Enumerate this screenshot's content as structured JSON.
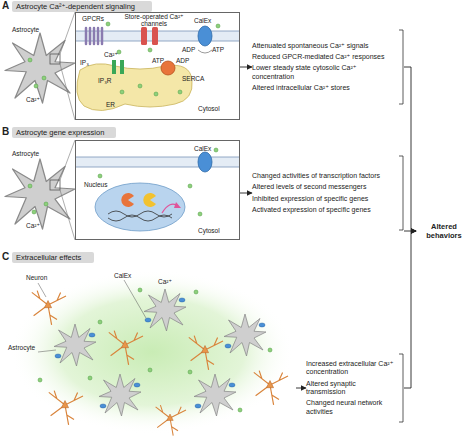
{
  "diagram": {
    "nodes": [
      {
        "text": [
          "GPCRs",
          "Store-operated Ca²⁺ channels",
          "CalEx",
          "ADP",
          "ATP",
          "IP₃",
          "Ca²⁺",
          "IP₃R",
          "ATP",
          "ADP",
          "SERCA",
          "ER",
          "Cytosol"
        ]
      },
      {
        "text": [
          "Attenuated spontaneous Ca²⁺ signals",
          "Reduced GPCR-mediated Ca²⁺ responses",
          "Lower steady state cytosolic Ca²⁺ concentration",
          "Altered intracellular Ca²⁺ stores"
        ]
      },
      {
        "text": [
          "CalEx",
          "Nucleus",
          "Cytosol"
        ]
      },
      {
        "text": [
          "Changed activities of transcription factors",
          "Altered levels of second messengers",
          "Inhibited expression of specific genes",
          "Activated expression of specific genes"
        ]
      },
      {
        "text": [
          "Neuron",
          "CalEx",
          "Ca²⁺",
          "Astrocyte"
        ]
      },
      {
        "text": [
          "Increased extracellular Ca²⁺ concentration",
          "Altered synaptic transmission",
          "Changed neural network activities"
        ]
      },
      {
        "text": [
          "Altered behaviors"
        ]
      }
    ],
    "edges": [
      {
        "from": 0,
        "to": 1,
        "arrow": "to"
      },
      {
        "from": 2,
        "to": 3,
        "arrow": "to"
      },
      {
        "from": 4,
        "to": 5,
        "arrow": "to"
      },
      {
        "from": 1,
        "to": 6,
        "arrow": "to"
      },
      {
        "from": 3,
        "to": 6,
        "arrow": "to"
      },
      {
        "from": 5,
        "to": 6,
        "arrow": "to"
      }
    ],
    "labels": [
      "A",
      "Astrocyte Ca²⁺-dependent signaling",
      "Astrocyte",
      "Ca²⁺",
      "B",
      "Astrocyte gene expression",
      "Astrocyte",
      "Ca²⁺",
      "C",
      "Extracellular effects"
    ]
  }
}
